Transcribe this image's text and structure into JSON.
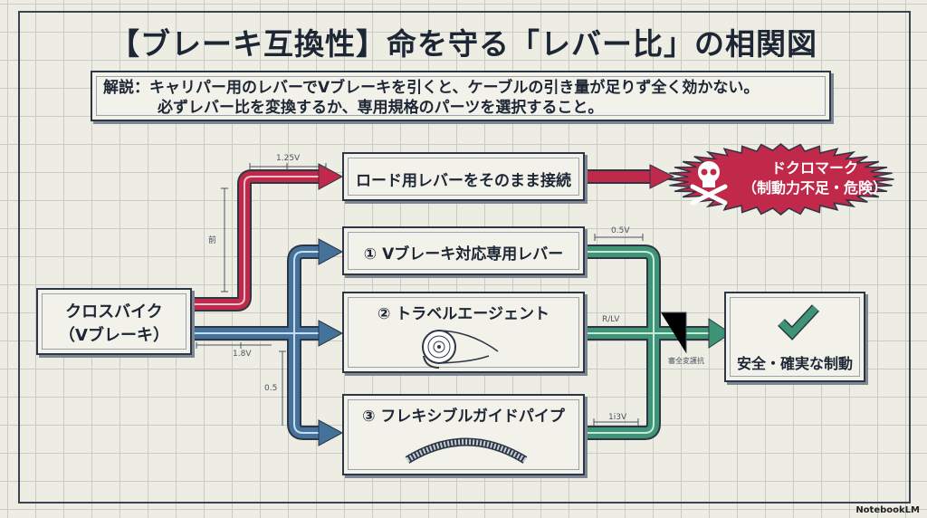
{
  "title": "【ブレーキ互換性】命を守る「レバー比」の相関図",
  "note": {
    "line1": "解説：キャリパー用のレバーでVブレーキを引くと、ケーブルの引き量が足りず全く効かない。",
    "line2": "必ずレバー比を変換するか、専用規格のパーツを選択すること。"
  },
  "source": {
    "line1": "クロスバイク",
    "line2": "（Vブレーキ）"
  },
  "road": {
    "label": "ロード用レバーをそのまま接続"
  },
  "danger": {
    "line1": "ドクロマーク",
    "line2": "（制動力不足・危険）",
    "icon": "skull-crossbones-icon"
  },
  "options": [
    {
      "label": "① Vブレーキ対応専用レバー"
    },
    {
      "label": "② トラベルエージェント",
      "icon": "pulley-icon"
    },
    {
      "label": "③ フレキシブルガイドパイプ",
      "icon": "flex-pipe-icon"
    }
  ],
  "result": {
    "label": "安全・確実な制動",
    "icon": "checkmark-icon"
  },
  "dims": {
    "d1": "1.25V",
    "d2": "前",
    "d3": "1.8V",
    "d4": "0.5",
    "d5": "0.5V",
    "d6": "R/LV",
    "d7": "審全変護抗",
    "d8": "1i3V"
  },
  "colors": {
    "red": "#c0294a",
    "blue": "#44729a",
    "green": "#3e9474"
  },
  "branding": "NotebookLM"
}
